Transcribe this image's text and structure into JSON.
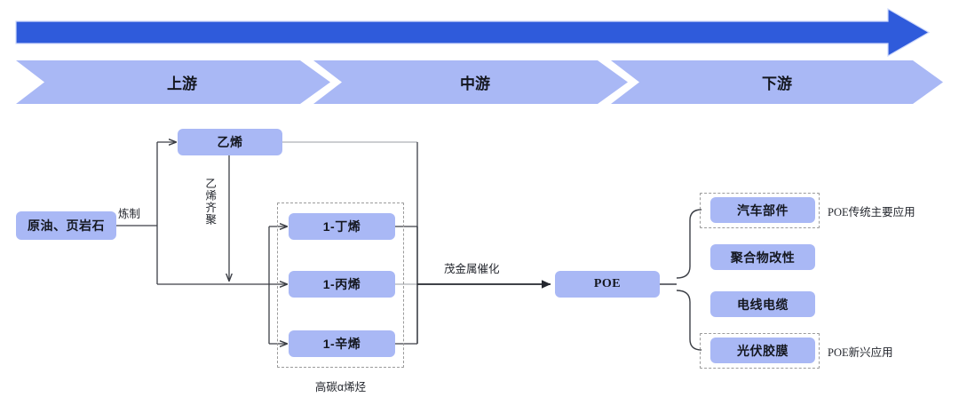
{
  "colors": {
    "arrow_bar": "#2f5bdb",
    "chevron": "#a9b8f5",
    "node_fill": "#a9b8f5",
    "line": "#3c3f46",
    "dashed_border": "#9b9b9b",
    "text": "#14171f",
    "background": "#ffffff"
  },
  "header": {
    "direction_arrow_name": "value-chain-direction-arrow",
    "stages": [
      {
        "label": "上游"
      },
      {
        "label": "中游"
      },
      {
        "label": "下游"
      }
    ]
  },
  "flow": {
    "nodes": {
      "feedstock": "原油、页岩石",
      "ethylene": "乙烯",
      "butene": "1-丁烯",
      "propene": "1-丙烯",
      "octene": "1-辛烯",
      "poe": "POE",
      "auto_parts": "汽车部件",
      "polymer_modification": "聚合物改性",
      "wire_cable": "电线电缆",
      "pv_film": "光伏胶膜"
    },
    "edge_labels": {
      "refining": "炼制",
      "ethylene_oligomerization": "乙烯齐聚",
      "metallocene_catalysis": "茂金属催化"
    },
    "group_captions": {
      "alpha_olefins": "高碳α烯烃"
    },
    "side_labels": {
      "traditional_application": "POE传统主要应用",
      "emerging_application": "POE新兴应用"
    }
  }
}
